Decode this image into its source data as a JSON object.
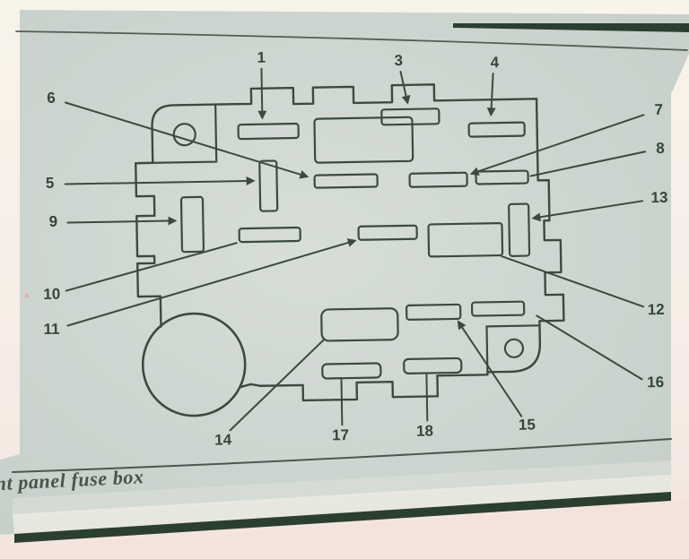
{
  "photo": {
    "caption": "nt panel fuse box",
    "colors": {
      "paper": "#f7f2e9",
      "paper_pink": "#f3e4dd",
      "page": "#cbd3ce",
      "page_light": "#d9e0da",
      "ink": "#3b4a41",
      "caption_ink": "#46554c",
      "photo_edge_dark": "#2b3f31"
    }
  },
  "diagram": {
    "callouts": {
      "c1": "1",
      "c3": "3",
      "c4": "4",
      "c5": "5",
      "c6": "6",
      "c7": "7",
      "c8": "8",
      "c9": "9",
      "c10": "10",
      "c11": "11",
      "c12": "12",
      "c13": "13",
      "c14": "14",
      "c15": "15",
      "c16": "16",
      "c17": "17",
      "c18": "18"
    }
  }
}
